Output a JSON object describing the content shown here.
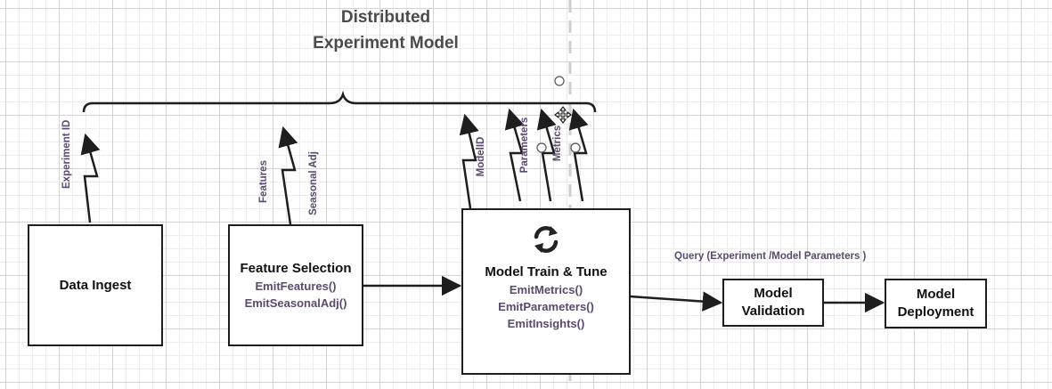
{
  "title": {
    "line1": "Distributed",
    "line2": "Experiment Model"
  },
  "boxes": {
    "data_ingest": {
      "label": "Data Ingest"
    },
    "feature_selection": {
      "label": "Feature Selection",
      "methods": [
        "EmitFeatures()",
        "EmitSeasonalAdj()"
      ]
    },
    "model_train": {
      "label": "Model Train & Tune",
      "icon": "sync-icon",
      "methods": [
        "EmitMetrics()",
        "EmitParameters()",
        "EmitInsights()"
      ]
    },
    "model_validation": {
      "label_lines": [
        "Model",
        "Validation"
      ]
    },
    "model_deployment": {
      "label_lines": [
        "Model",
        "Deployment"
      ]
    }
  },
  "signal_labels": {
    "experiment_id": "Experiment ID",
    "features": "Features",
    "seasonal_adj": "Seasonal Adj",
    "model_id": "ModelID",
    "parameters": "Parameters",
    "metrics": "Metrics"
  },
  "query_label": "Query (Experiment /Model Parameters )",
  "colors": {
    "stroke": "#1e1e1e",
    "text_accent": "#5b4a6f",
    "title": "#4a4a4a",
    "guide": "#cfcfcf"
  },
  "icons": [
    "sync-icon",
    "move-cursor-icon",
    "connection-point-icon"
  ]
}
